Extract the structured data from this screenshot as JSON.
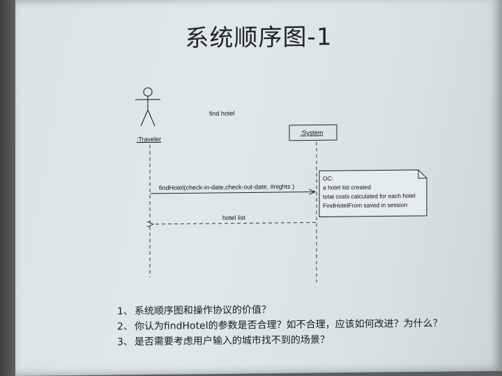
{
  "slide": {
    "title": "系统顺序图-1"
  },
  "diagram": {
    "actor_label": ":Traveler",
    "system_label": ":System",
    "use_case_label": "find hotel",
    "request_message": "findHotel(check-in-date,check-out-date, #nights )",
    "return_message": "hotel list",
    "note": {
      "line1": "OC:",
      "line2": "a hotel list created",
      "line3": "total costs calculated for each hotel",
      "line4": "FindHotelFrom saved in session"
    }
  },
  "questions": [
    {
      "num": "1、",
      "text": "系统顺序图和操作协议的价值？"
    },
    {
      "num": "2、",
      "text": "你认为findHotel的参数是否合理？如不合理，应该如何改进？为什么？"
    },
    {
      "num": "3、",
      "text": "是否需要考虑用户输入的城市找不到的场景？"
    }
  ],
  "colors": {
    "slide_background": "#dfe9eb",
    "projector_frame": "#5b5d5e",
    "ink": "#111111"
  }
}
